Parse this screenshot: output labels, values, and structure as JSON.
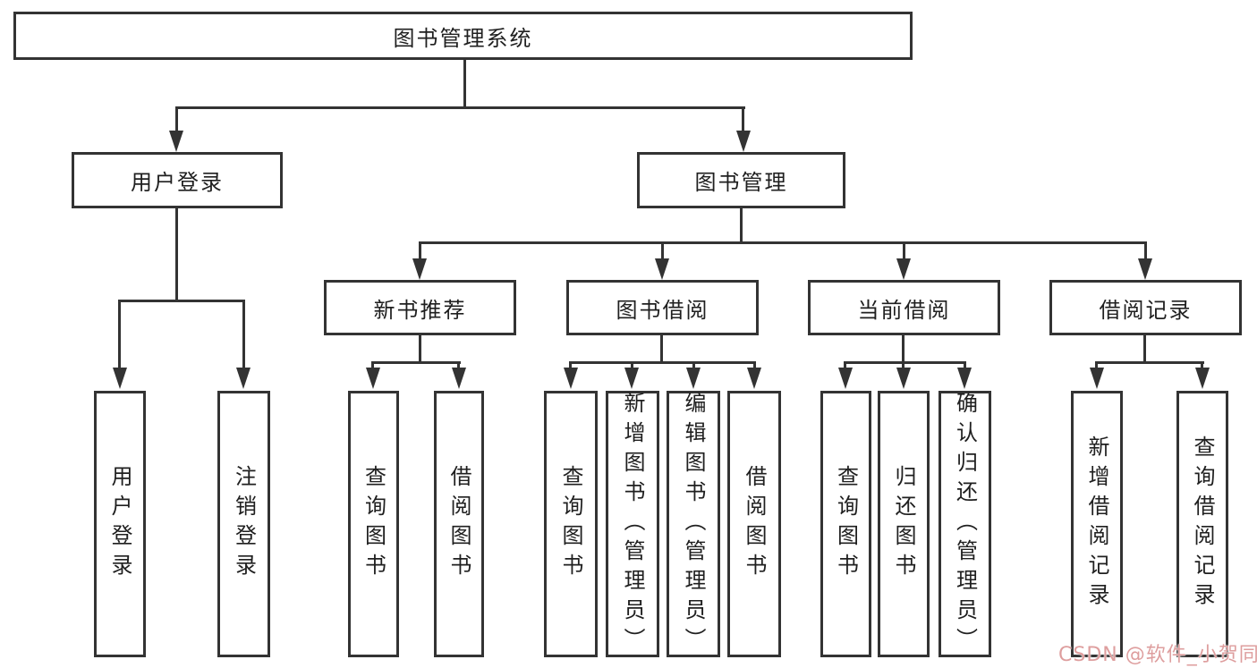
{
  "diagram": {
    "title": "图书管理系统",
    "root": {
      "label": "图书管理系统"
    },
    "branches": [
      {
        "label": "用户登录",
        "children": [
          {
            "label": "用户登录"
          },
          {
            "label": "注销登录"
          }
        ]
      },
      {
        "label": "图书管理",
        "children": [
          {
            "label": "新书推荐",
            "children": [
              {
                "label": "查询图书"
              },
              {
                "label": "借阅图书"
              }
            ]
          },
          {
            "label": "图书借阅",
            "children": [
              {
                "label": "查询图书"
              },
              {
                "label": "新增图书（管理员）"
              },
              {
                "label": "编辑图书（管理员）"
              },
              {
                "label": "借阅图书"
              }
            ]
          },
          {
            "label": "当前借阅",
            "children": [
              {
                "label": "查询图书"
              },
              {
                "label": "归还图书"
              },
              {
                "label": "确认归还（管理员）"
              }
            ]
          },
          {
            "label": "借阅记录",
            "children": [
              {
                "label": "新增借阅记录"
              },
              {
                "label": "查询借阅记录"
              }
            ]
          }
        ]
      }
    ]
  },
  "watermark": {
    "text": "CSDN @软件_小贺同学"
  },
  "colors": {
    "line": "#333333",
    "box-border": "#333333",
    "text": "#1f1f1f",
    "bg": "#ffffff",
    "watermark": "#de9e9e"
  }
}
